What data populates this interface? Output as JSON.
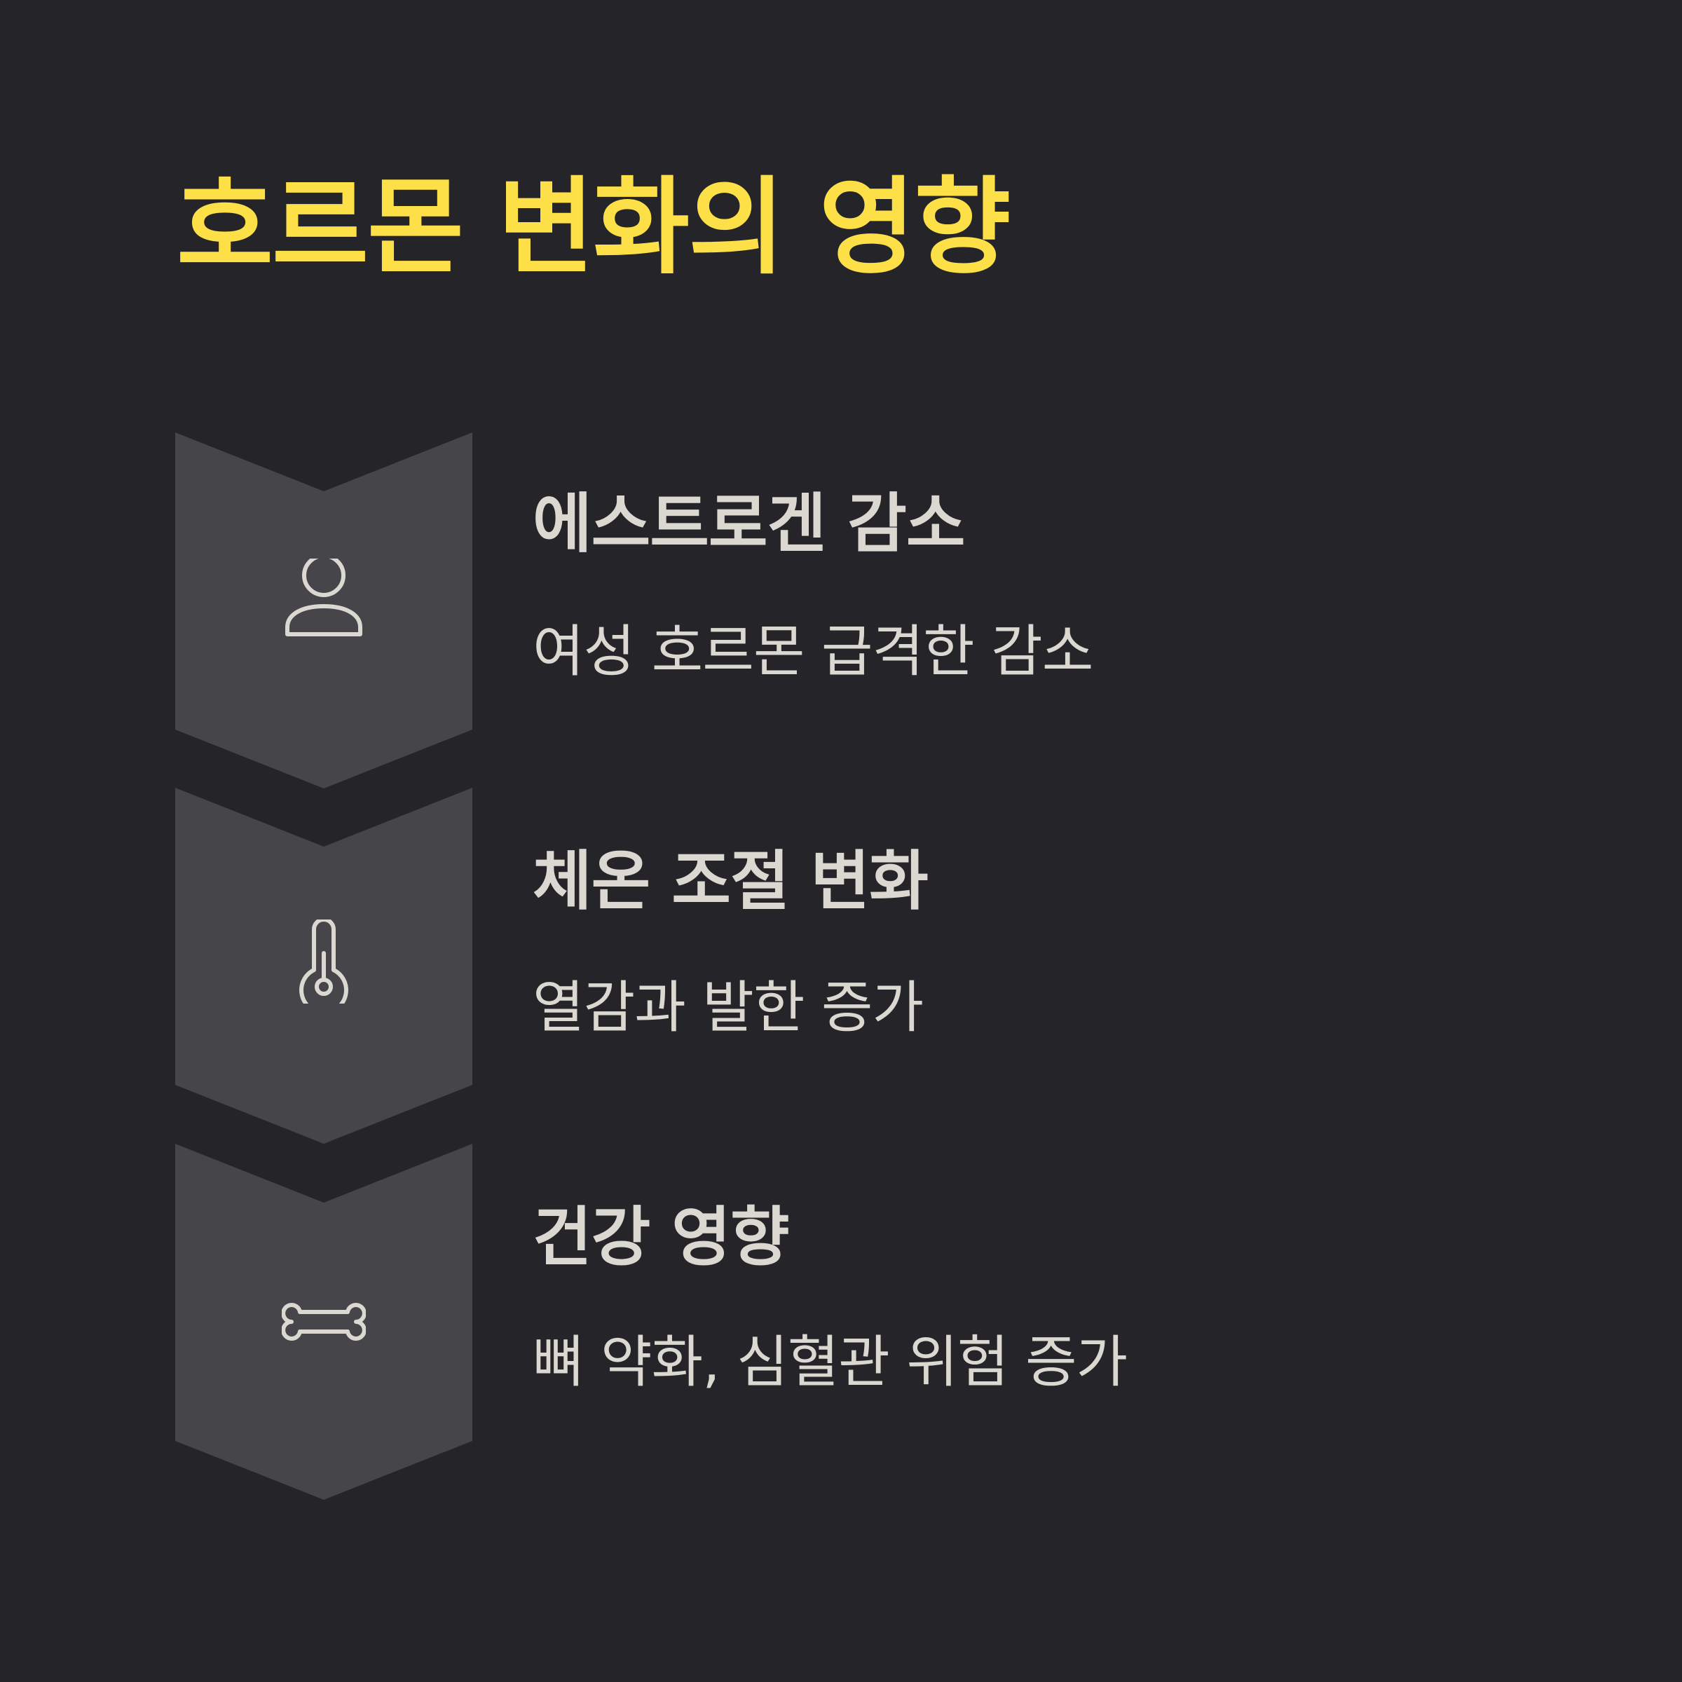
{
  "colors": {
    "background": "#252429",
    "chevron_fill": "#46454a",
    "title": "#fde047",
    "text": "#dad8d0",
    "icon_stroke": "#dad8d0"
  },
  "title": "호르몬 변화의 영향",
  "steps": [
    {
      "icon": "person-icon",
      "title": "에스트로겐 감소",
      "description": "여성 호르몬 급격한 감소"
    },
    {
      "icon": "thermometer-icon",
      "title": "체온 조절 변화",
      "description": "열감과 발한 증가"
    },
    {
      "icon": "bone-icon",
      "title": "건강 영향",
      "description": "뼈 약화, 심혈관 위험 증가"
    }
  ]
}
